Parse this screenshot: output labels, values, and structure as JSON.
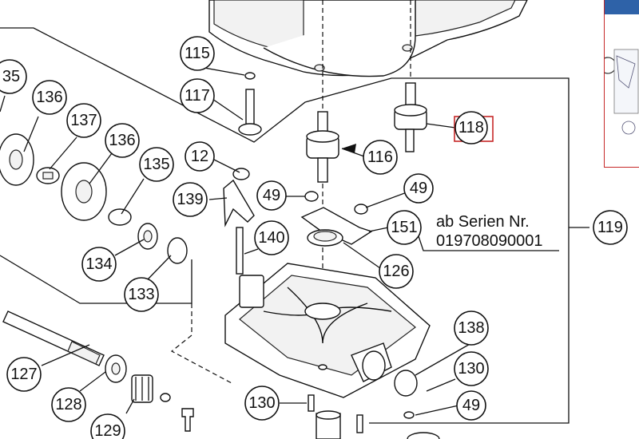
{
  "diagram": {
    "note_line1": "ab Serien Nr.",
    "note_line2": "019708090001",
    "highlight_color": "#c62828",
    "header_color": "#2e62a8",
    "callouts": [
      {
        "id": "c35",
        "label": "35"
      },
      {
        "id": "c136a",
        "label": "136"
      },
      {
        "id": "c137",
        "label": "137"
      },
      {
        "id": "c136b",
        "label": "136"
      },
      {
        "id": "c135",
        "label": "135"
      },
      {
        "id": "c134",
        "label": "134"
      },
      {
        "id": "c133",
        "label": "133"
      },
      {
        "id": "c115",
        "label": "115"
      },
      {
        "id": "c117",
        "label": "117"
      },
      {
        "id": "c12",
        "label": "12"
      },
      {
        "id": "c139",
        "label": "139"
      },
      {
        "id": "c49a",
        "label": "49"
      },
      {
        "id": "c140",
        "label": "140"
      },
      {
        "id": "c116",
        "label": "116"
      },
      {
        "id": "c118",
        "label": "118"
      },
      {
        "id": "c49b",
        "label": "49"
      },
      {
        "id": "c151",
        "label": "151"
      },
      {
        "id": "c119",
        "label": "119"
      },
      {
        "id": "c126",
        "label": "126"
      },
      {
        "id": "c127",
        "label": "127"
      },
      {
        "id": "c128",
        "label": "128"
      },
      {
        "id": "c129",
        "label": "129"
      },
      {
        "id": "c130a",
        "label": "130"
      },
      {
        "id": "c138",
        "label": "138"
      },
      {
        "id": "c130b",
        "label": "130"
      },
      {
        "id": "c49c",
        "label": "49"
      }
    ]
  }
}
